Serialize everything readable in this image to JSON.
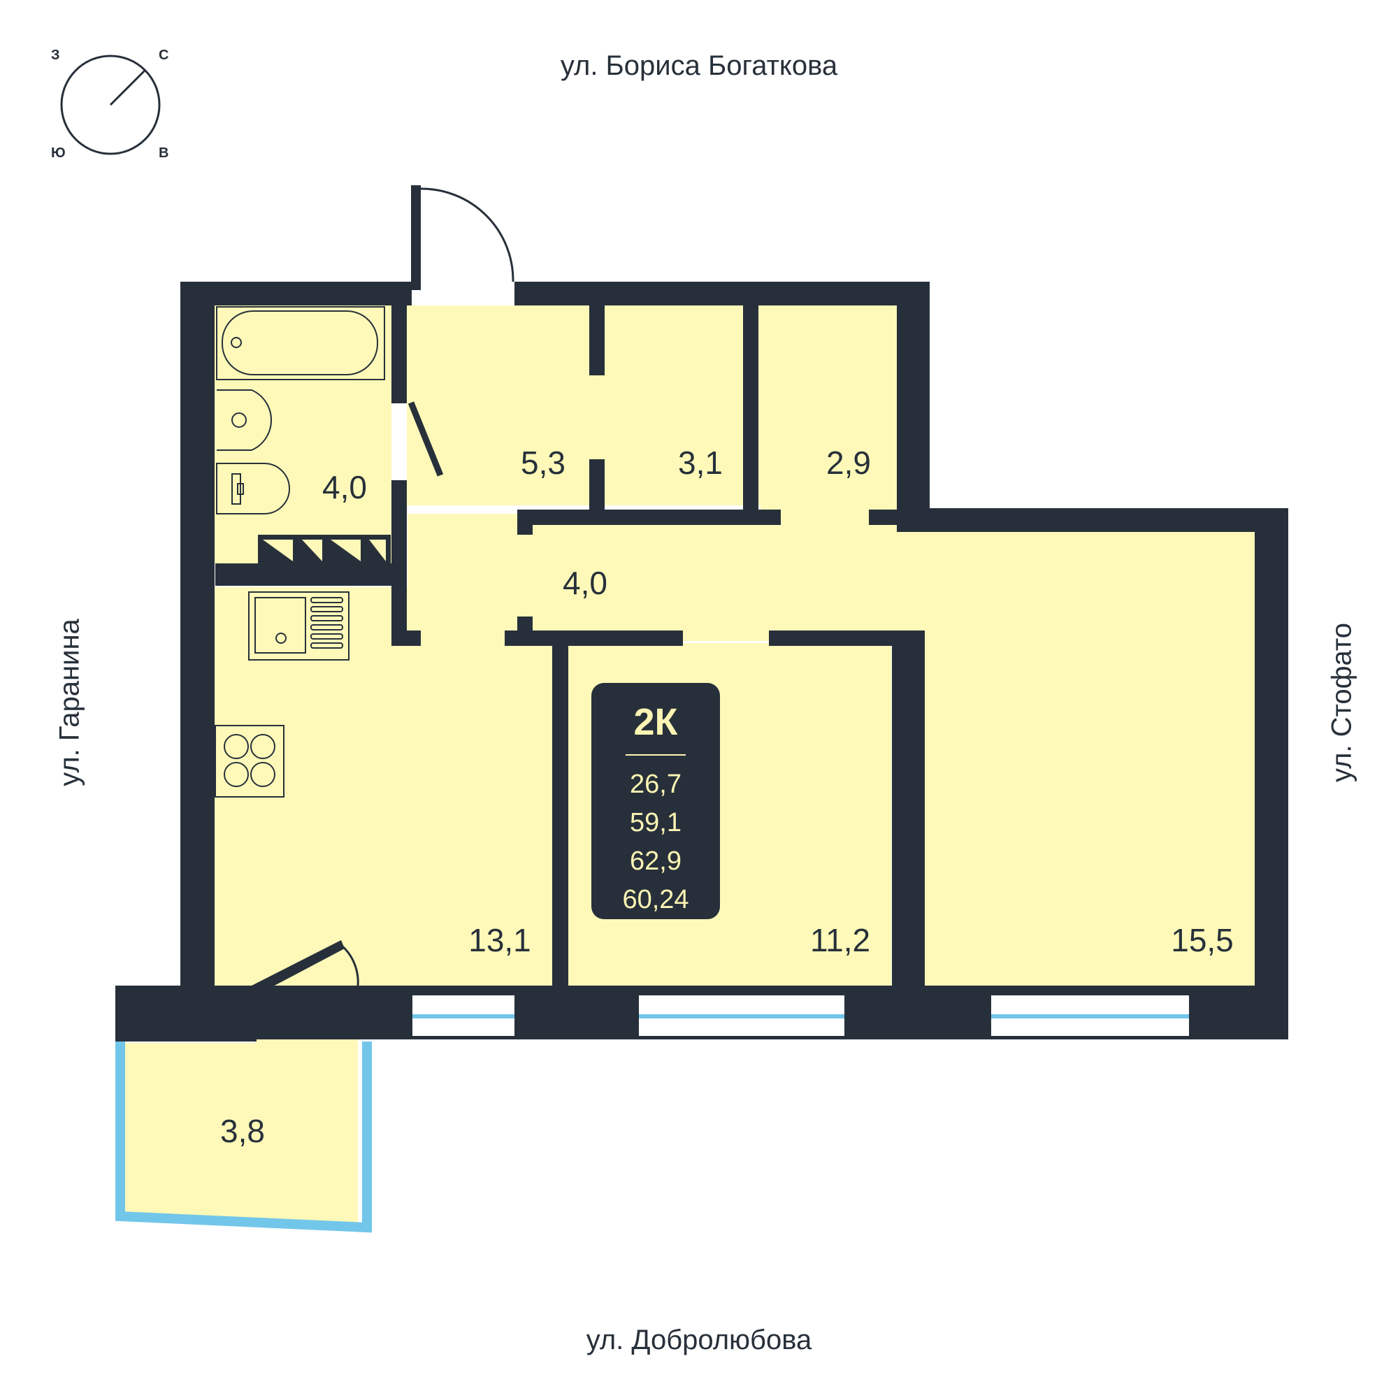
{
  "compass": {
    "n": "С",
    "w": "З",
    "s": "Ю",
    "e": "В"
  },
  "streets": {
    "top": "ул. Бориса Богаткова",
    "bottom": "ул. Добролюбова",
    "left": "ул. Гаранина",
    "right": "ул. Стофато"
  },
  "rooms": {
    "bathroom": "4,0",
    "hall": "5,3",
    "storage_1": "3,1",
    "storage_2": "2,9",
    "corridor": "4,0",
    "kitchen": "13,1",
    "bedroom": "11,2",
    "living_room": "15,5",
    "balcony": "3,8"
  },
  "summary": {
    "type": "2К",
    "values": [
      "26,7",
      "59,1",
      "62,9",
      "60,24"
    ]
  },
  "colors": {
    "wall": "#27303a",
    "floor": "#fef9b9",
    "glass": "#72c6ea",
    "summary_text": "#fdf4b4"
  }
}
